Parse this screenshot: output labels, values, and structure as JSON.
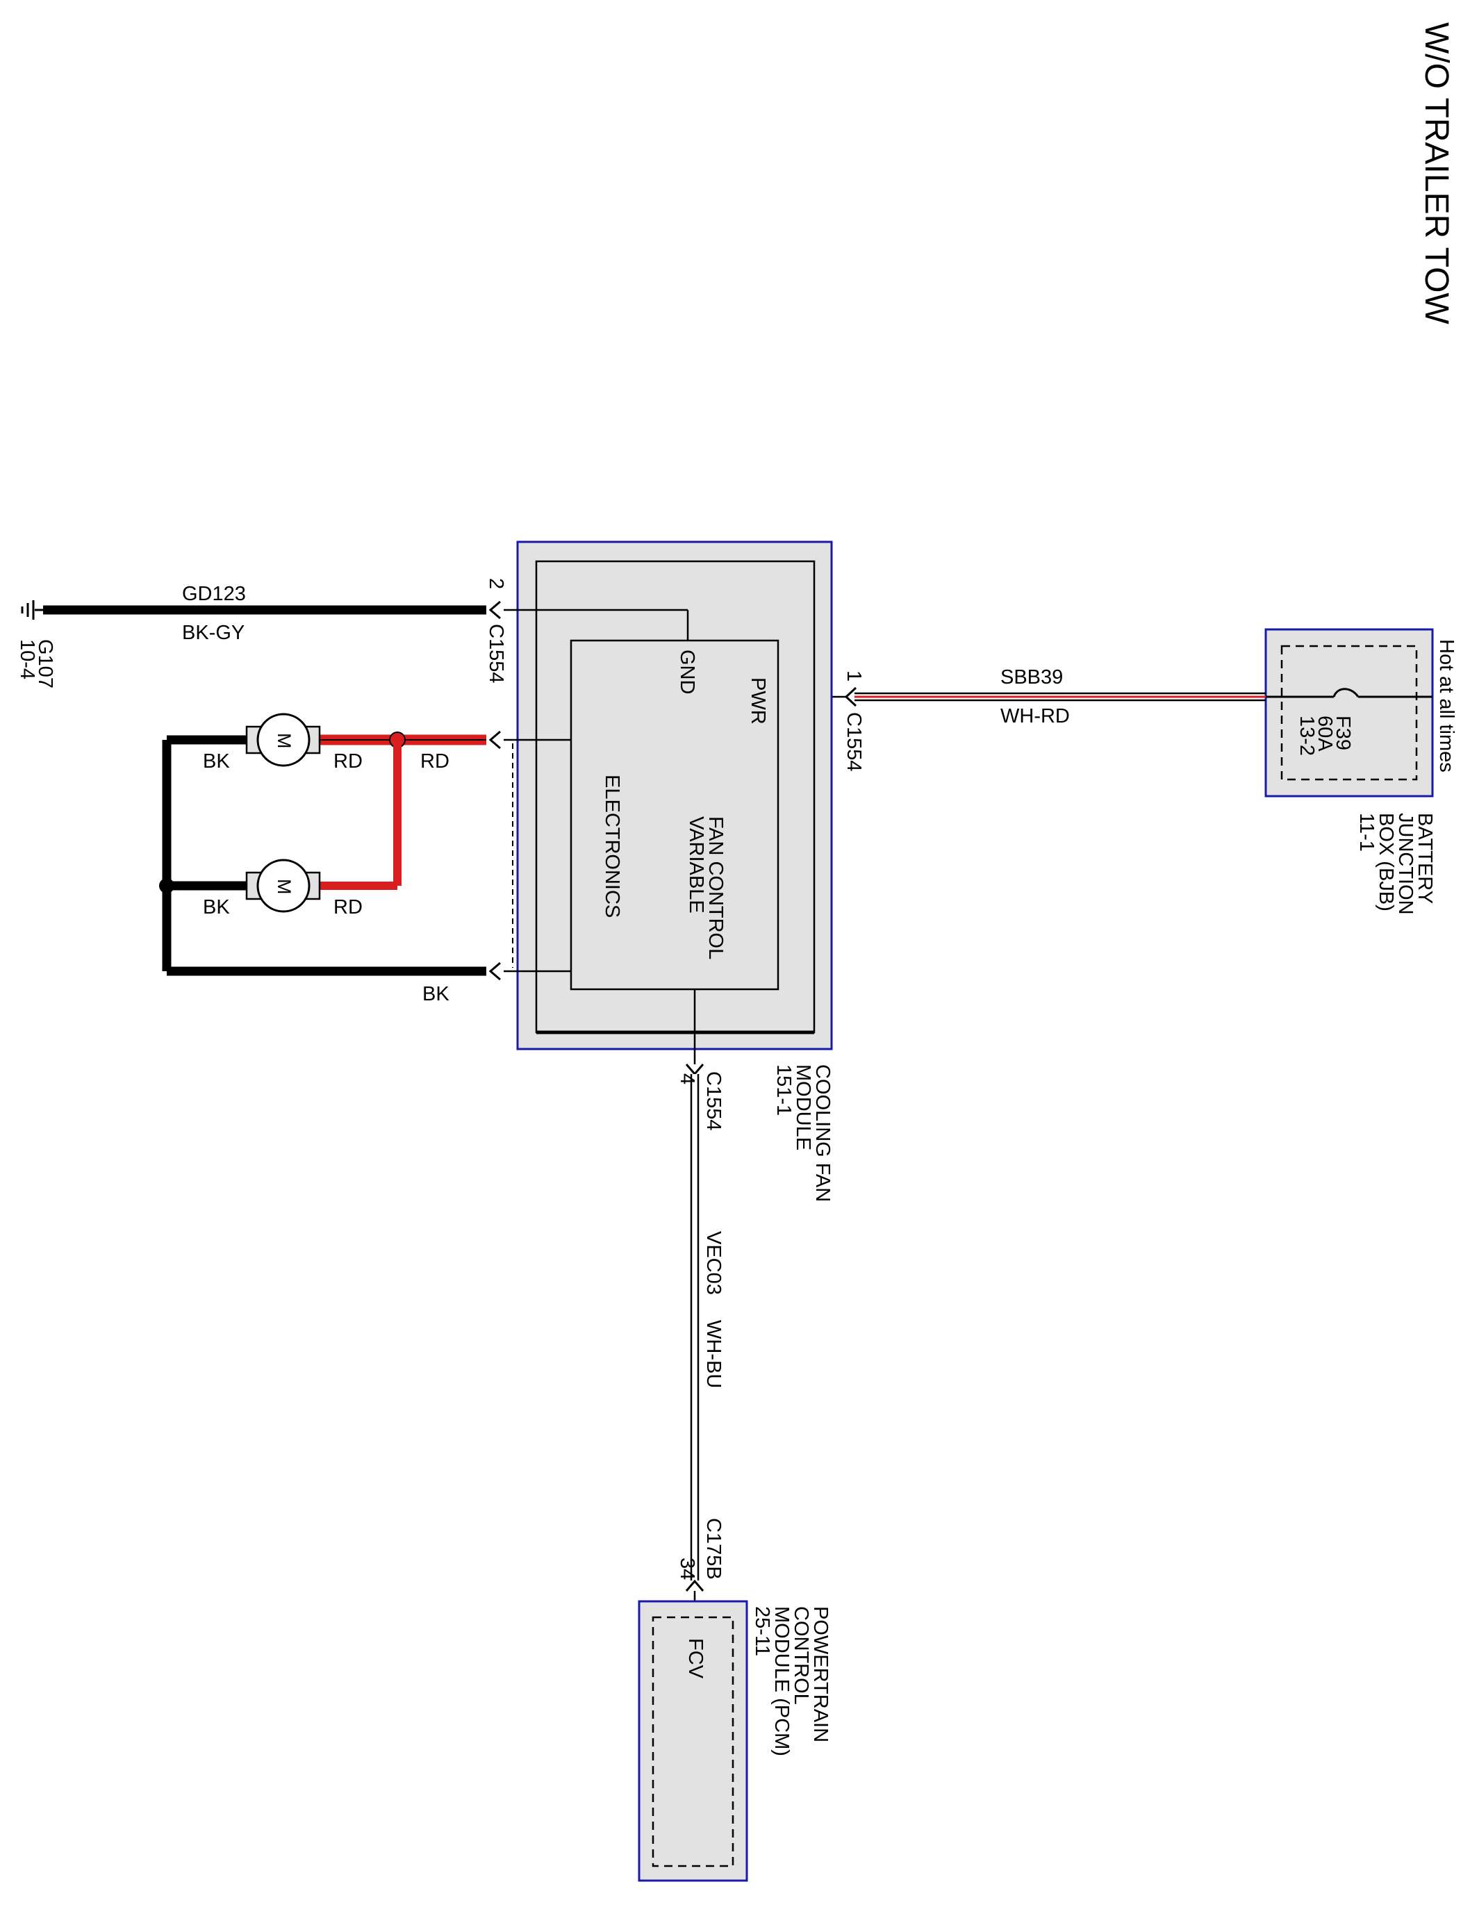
{
  "title": "W/O TRAILER TOW",
  "hot_label": "Hot at all times",
  "bjb": {
    "name_lines": [
      "BATTERY",
      "JUNCTION",
      "BOX (BJB)",
      "11-1"
    ],
    "fuse_id": "F39",
    "fuse_rating": "60A",
    "fuse_ref": "13-2"
  },
  "power_wire": {
    "circuit": "SBB39",
    "color": "WH-RD",
    "pin": "1",
    "connector": "C1554"
  },
  "cooling_fan_module": {
    "name_lines": [
      "COOLING FAN",
      "MODULE",
      "151-1"
    ],
    "inner_lines": [
      "VARIABLE",
      "FAN CONTROL",
      "ELECTRONICS"
    ],
    "pwr_label": "PWR",
    "gnd_label": "GND"
  },
  "ground_wire": {
    "circuit": "GD123",
    "color": "BK-GY",
    "pin": "2",
    "connector": "C1554"
  },
  "ground": {
    "id": "G107",
    "ref": "10-4"
  },
  "motors": {
    "symbol": "M",
    "motor1_rd": "RD",
    "motor1_bk": "BK",
    "motor2_rd": "RD",
    "motor2_bk": "BK",
    "rd_feed": "RD",
    "bk_return": "BK"
  },
  "signal_wire": {
    "circuit": "VEC03",
    "color": "WH-BU",
    "fan_pin": "4",
    "fan_connector": "C1554",
    "pcm_pin": "34",
    "pcm_connector": "C175B"
  },
  "pcm": {
    "name_lines": [
      "POWERTRAIN",
      "CONTROL",
      "MODULE (PCM)",
      "25-11"
    ],
    "signal_label": "FCV"
  },
  "colors": {
    "module_border": "#1a1aa8",
    "module_fill": "#e2e2e2",
    "rd_wire": "#d81e1e",
    "bk_wire": "#000000"
  }
}
